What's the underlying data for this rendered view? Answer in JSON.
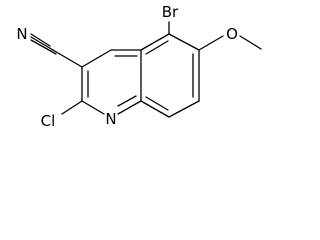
{
  "structure": {
    "atom_labels": {
      "bromine": "Br",
      "methoxy_oxygen": "O",
      "nitrile_nitrogen": "N",
      "ring_nitrogen": "N",
      "chlorine": "Cl"
    },
    "colors": {
      "bond": "#000000",
      "label": "#000000",
      "background": "#ffffff"
    }
  }
}
